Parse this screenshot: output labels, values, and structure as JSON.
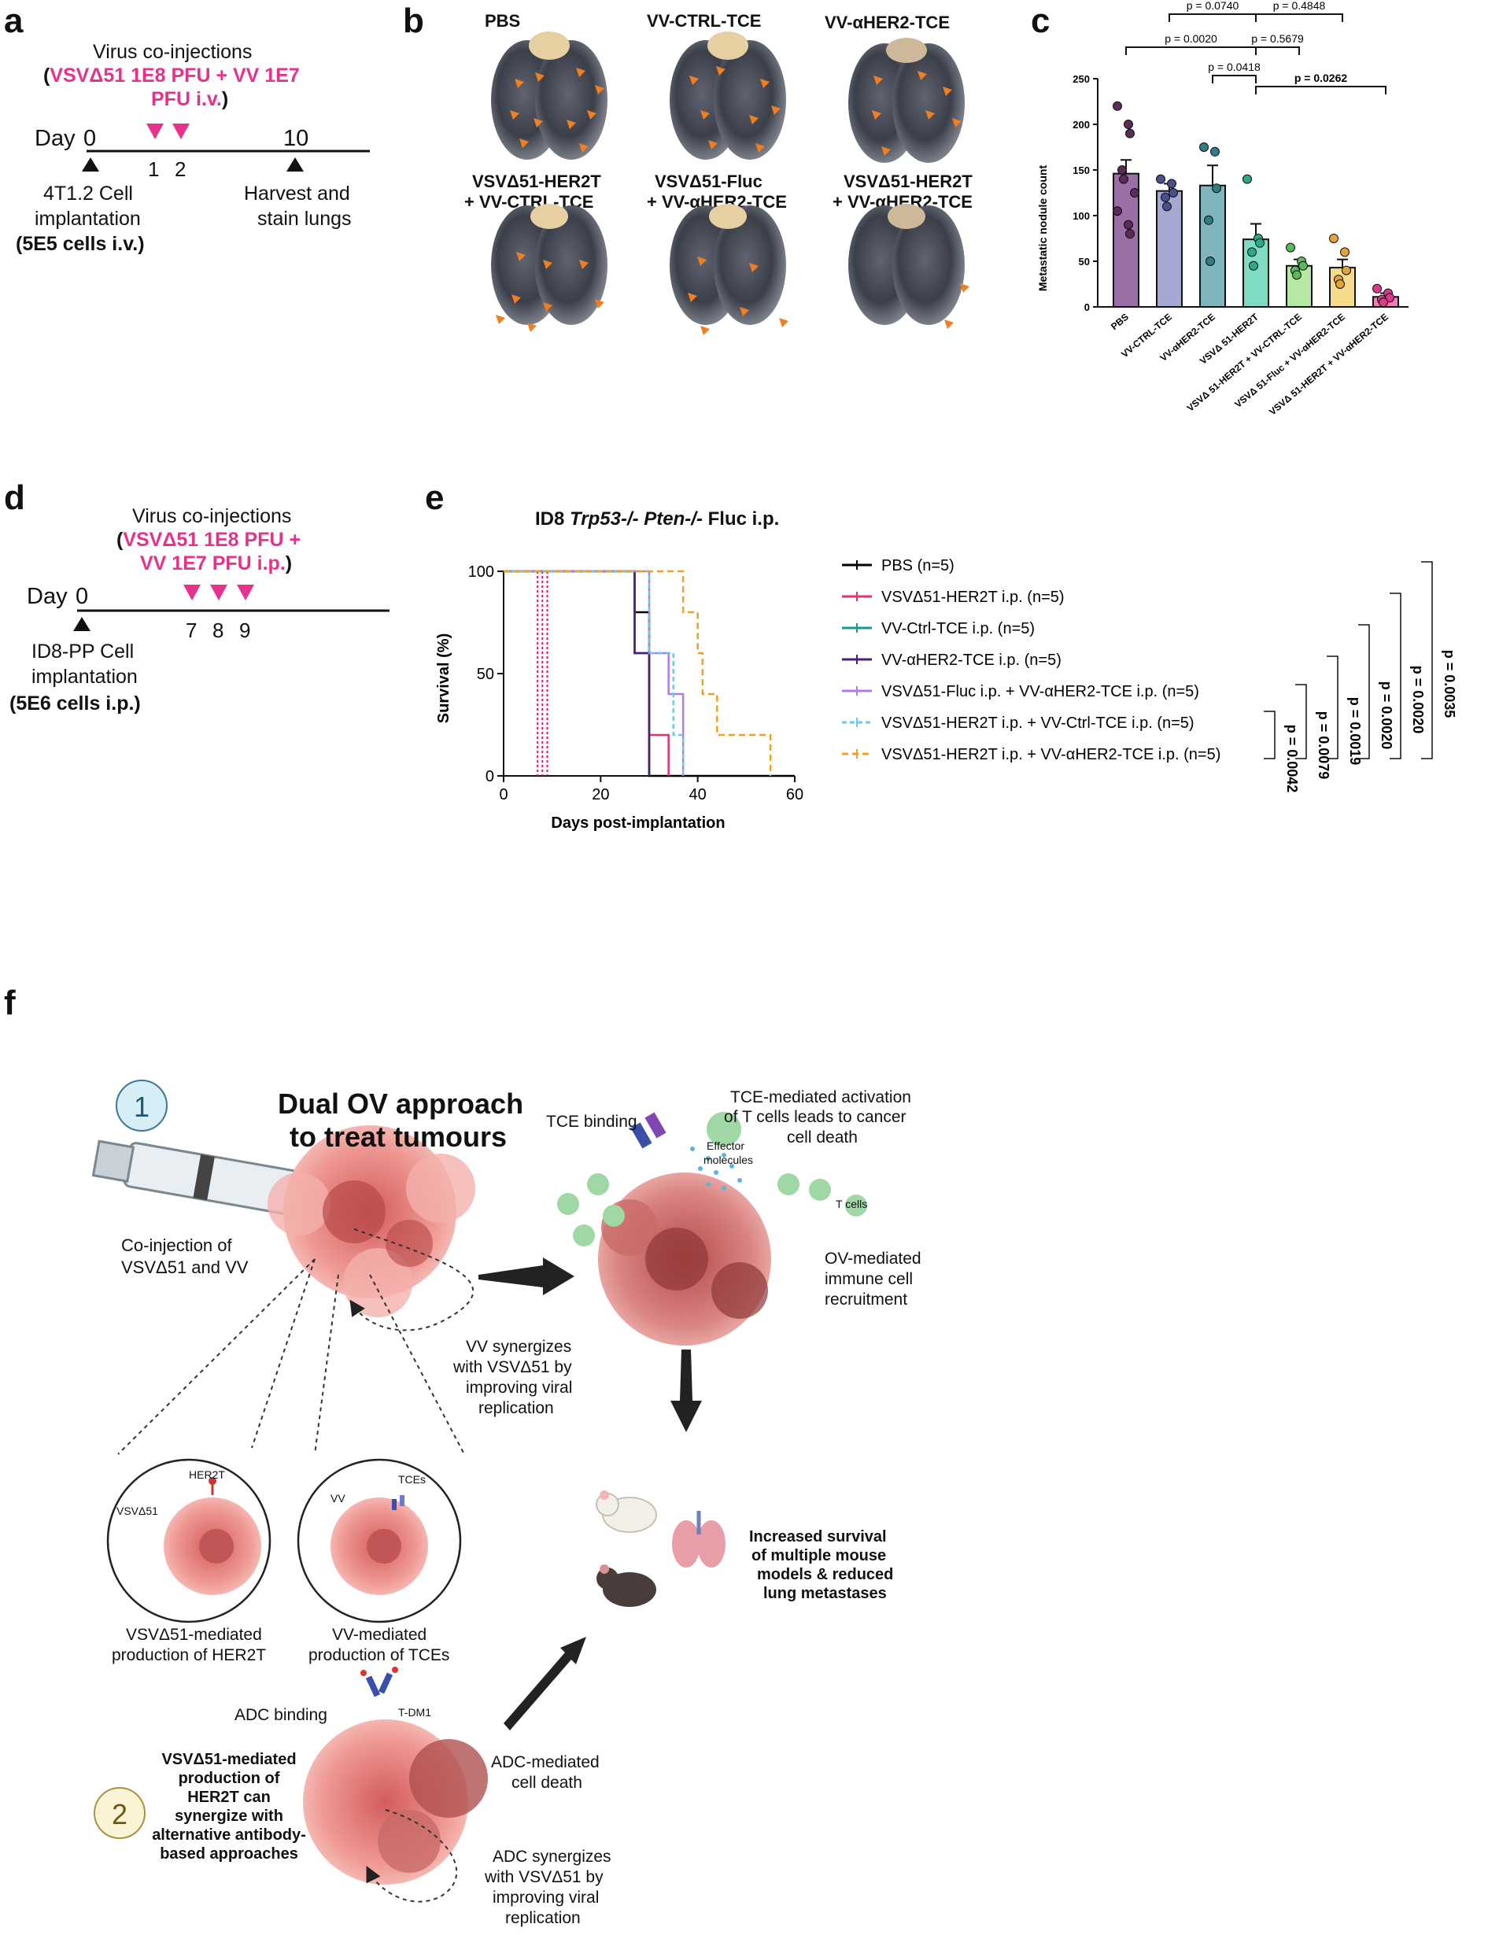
{
  "panel_letters": {
    "a": "a",
    "b": "b",
    "c": "c",
    "d": "d",
    "e": "e",
    "f": "f"
  },
  "panel_a": {
    "title": "Virus co-injections",
    "dose_open": "(",
    "dose_line1": "VSVΔ51 1E8 PFU + VV 1E7",
    "dose_line2": "PFU i.v.",
    "dose_close": ")",
    "day_label": "Day",
    "ticks": [
      "0",
      "1",
      "2",
      "10"
    ],
    "left_note_1": "4T1.2 Cell",
    "left_note_2": "implantation",
    "left_note_3": "(5E5 cells i.v.)",
    "right_note_1": "Harvest and",
    "right_note_2": "stain lungs"
  },
  "panel_b": {
    "groups": [
      {
        "l1": "PBS",
        "l2": ""
      },
      {
        "l1": "VV-CTRL-TCE",
        "l2": ""
      },
      {
        "l1": "VV-αHER2-TCE",
        "l2": ""
      },
      {
        "l1": "VSVΔ51-HER2T",
        "l2": "+ VV-CTRL-TCE"
      },
      {
        "l1": "VSVΔ51-Fluc",
        "l2": "+ VV-αHER2-TCE"
      },
      {
        "l1": "VSVΔ51-HER2T",
        "l2": "+ VV-αHER2-TCE"
      }
    ]
  },
  "chart_data": [
    {
      "type": "bar",
      "panel": "c",
      "ylabel": "Metastatic nodule count",
      "ylim": [
        0,
        250
      ],
      "yticks": [
        "0",
        "50",
        "100",
        "150",
        "200",
        "250"
      ],
      "categories": [
        "PBS",
        "VV-CTRL-TCE",
        "VV-αHER2-TCE",
        "VSVΔ 51-HER2T",
        "VSVΔ 51-HER2T + VV-CTRL-TCE",
        "VSVΔ 51-Fluc + VV-αHER2-TCE",
        "VSVΔ 51-HER2T + VV-αHER2-TCE"
      ],
      "values": [
        146,
        127,
        133,
        74,
        45,
        43,
        11
      ],
      "errors": [
        15,
        8,
        22,
        17,
        7,
        9,
        4
      ],
      "colors": [
        "#9a6fa6",
        "#a6a8d2",
        "#7fb6bd",
        "#7fdcc4",
        "#b5e8a2",
        "#f6dc8a",
        "#f07fb5"
      ],
      "dot_colors": [
        "#5b2a57",
        "#4a4f8c",
        "#2f7d83",
        "#2aa88a",
        "#5cb85c",
        "#e6a23c",
        "#d63c8a"
      ],
      "points": [
        [
          220,
          200,
          190,
          150,
          140,
          125,
          105,
          90,
          80
        ],
        [
          140,
          135,
          125,
          120,
          110
        ],
        [
          175,
          170,
          130,
          95,
          50
        ],
        [
          140,
          75,
          70,
          60,
          45
        ],
        [
          65,
          50,
          45,
          40,
          35
        ],
        [
          75,
          60,
          40,
          30,
          25
        ],
        [
          20,
          15,
          10,
          8,
          5
        ]
      ],
      "comparisons": [
        {
          "label": "p = 0.0740",
          "from": 1,
          "to": 3
        },
        {
          "label": "p = 0.4848",
          "from": 3,
          "to": 5
        },
        {
          "label": "p = 0.0020",
          "from": 0,
          "to": 3
        },
        {
          "label": "p = 0.5679",
          "from": 3,
          "to": 4
        },
        {
          "label": "p = 0.0418",
          "from": 2,
          "to": 3
        },
        {
          "label": "p = 0.0262",
          "from": 3,
          "to": 6
        }
      ]
    },
    {
      "type": "line",
      "panel": "e",
      "title_1": "ID8",
      "title_2": "Trp53-/- Pten-/-",
      "title_3": "Fluc i.p.",
      "xlabel": "Days post-implantation",
      "ylabel": "Survival (%)",
      "xlim": [
        0,
        60
      ],
      "ylim": [
        0,
        100
      ],
      "xticks": [
        "0",
        "20",
        "40",
        "60"
      ],
      "yticks": [
        "0",
        "50",
        "100"
      ],
      "injection_days": [
        7,
        8,
        9
      ],
      "series": [
        {
          "name": "PBS (n=5)",
          "color": "#000000",
          "dash": "",
          "steps": [
            [
              0,
              100
            ],
            [
              27,
              100
            ],
            [
              27,
              80
            ],
            [
              30,
              80
            ],
            [
              30,
              0
            ],
            [
              60,
              0
            ]
          ]
        },
        {
          "name": "VSVΔ51-HER2T i.p. (n=5)",
          "color": "#e0326f",
          "dash": "",
          "steps": [
            [
              0,
              100
            ],
            [
              27,
              100
            ],
            [
              27,
              60
            ],
            [
              30,
              60
            ],
            [
              30,
              20
            ],
            [
              34,
              20
            ],
            [
              34,
              0
            ]
          ]
        },
        {
          "name": "VV-Ctrl-TCE i.p. (n=5)",
          "color": "#1a9a8c",
          "dash": "",
          "steps": [
            [
              0,
              100
            ],
            [
              27,
              100
            ],
            [
              27,
              60
            ],
            [
              30,
              60
            ],
            [
              30,
              0
            ]
          ]
        },
        {
          "name": "VV-αHER2-TCE i.p. (n=5)",
          "color": "#4b1d7a",
          "dash": "",
          "steps": [
            [
              0,
              100
            ],
            [
              27,
              100
            ],
            [
              27,
              60
            ],
            [
              30,
              60
            ],
            [
              30,
              0
            ]
          ]
        },
        {
          "name": "VSVΔ51-Fluc i.p. + VV-αHER2-TCE i.p. (n=5)",
          "color": "#b07ce8",
          "dash": "",
          "steps": [
            [
              0,
              100
            ],
            [
              30,
              100
            ],
            [
              30,
              60
            ],
            [
              34,
              60
            ],
            [
              34,
              40
            ],
            [
              37,
              40
            ],
            [
              37,
              0
            ]
          ]
        },
        {
          "name": "VSVΔ51-HER2T i.p. + VV-Ctrl-TCE i.p. (n=5)",
          "color": "#6cc8e8",
          "dash": "6,4",
          "steps": [
            [
              0,
              100
            ],
            [
              30,
              100
            ],
            [
              30,
              60
            ],
            [
              35,
              60
            ],
            [
              35,
              20
            ],
            [
              37,
              20
            ],
            [
              37,
              0
            ]
          ]
        },
        {
          "name": "VSVΔ51-HER2T i.p. + VV-αHER2-TCE i.p. (n=5)",
          "color": "#f0a020",
          "dash": "8,5",
          "steps": [
            [
              0,
              100
            ],
            [
              37,
              100
            ],
            [
              37,
              80
            ],
            [
              40,
              80
            ],
            [
              40,
              60
            ],
            [
              41,
              60
            ],
            [
              41,
              40
            ],
            [
              44,
              40
            ],
            [
              44,
              20
            ],
            [
              55,
              20
            ],
            [
              55,
              0
            ]
          ]
        }
      ],
      "pvalues": [
        "p = 0.0042",
        "p = 0.0079",
        "p = 0.0019",
        "p = 0.0020",
        "p = 0.0020",
        "p = 0.0035"
      ]
    }
  ],
  "panel_d": {
    "title": "Virus co-injections",
    "dose_open": "(",
    "dose_line1": "VSVΔ51 1E8 PFU +",
    "dose_line2": "VV 1E7 PFU i.p.",
    "dose_close": ")",
    "day_label": "Day",
    "ticks": [
      "0",
      "7",
      "8",
      "9"
    ],
    "note_1": "ID8-PP Cell",
    "note_2": "implantation",
    "note_3": "(5E6 cells i.p.)"
  },
  "panel_f": {
    "step1": "1",
    "step2": "2",
    "heading_1": "Dual OV approach",
    "heading_2": "to treat tumours",
    "coinj_1": "Co-injection of",
    "coinj_2": "VSVΔ51 and VV",
    "tce_binding": "TCE binding",
    "tce_act_1": "TCE-mediated activation",
    "tce_act_2": "of T cells leads to cancer",
    "tce_act_3": "cell death",
    "effector_1": "Effector",
    "effector_2": "molecules",
    "t_cells": "T cells",
    "ov_1": "OV-mediated",
    "ov_2": "immune cell",
    "ov_3": "recruitment",
    "vv_syn_1": "VV synergizes",
    "vv_syn_2": "with VSVΔ51 by",
    "vv_syn_3": "improving viral",
    "vv_syn_4": "replication",
    "her2t": "HER2T",
    "vsv": "VSVΔ51",
    "vv": "VV",
    "tces": "TCEs",
    "vsv_prod_1": "VSVΔ51-mediated",
    "vsv_prod_2": "production of HER2T",
    "vv_prod_1": "VV-mediated",
    "vv_prod_2": "production of TCEs",
    "outcome_1": "Increased survival",
    "outcome_2": "of multiple mouse",
    "outcome_3": "models & reduced",
    "outcome_4": "lung metastases",
    "adc_binding": "ADC binding",
    "tdm1": "T-DM1",
    "adc_death_1": "ADC-mediated",
    "adc_death_2": "cell death",
    "adc_syn_1": "ADC synergizes",
    "adc_syn_2": "with VSVΔ51 by",
    "adc_syn_3": "improving viral",
    "adc_syn_4": "replication",
    "step2_text_1": "VSVΔ51-mediated",
    "step2_text_2": "production of",
    "step2_text_3": "HER2T can",
    "step2_text_4": "synergize with",
    "step2_text_5": "alternative antibody-",
    "step2_text_6": "based approaches"
  }
}
